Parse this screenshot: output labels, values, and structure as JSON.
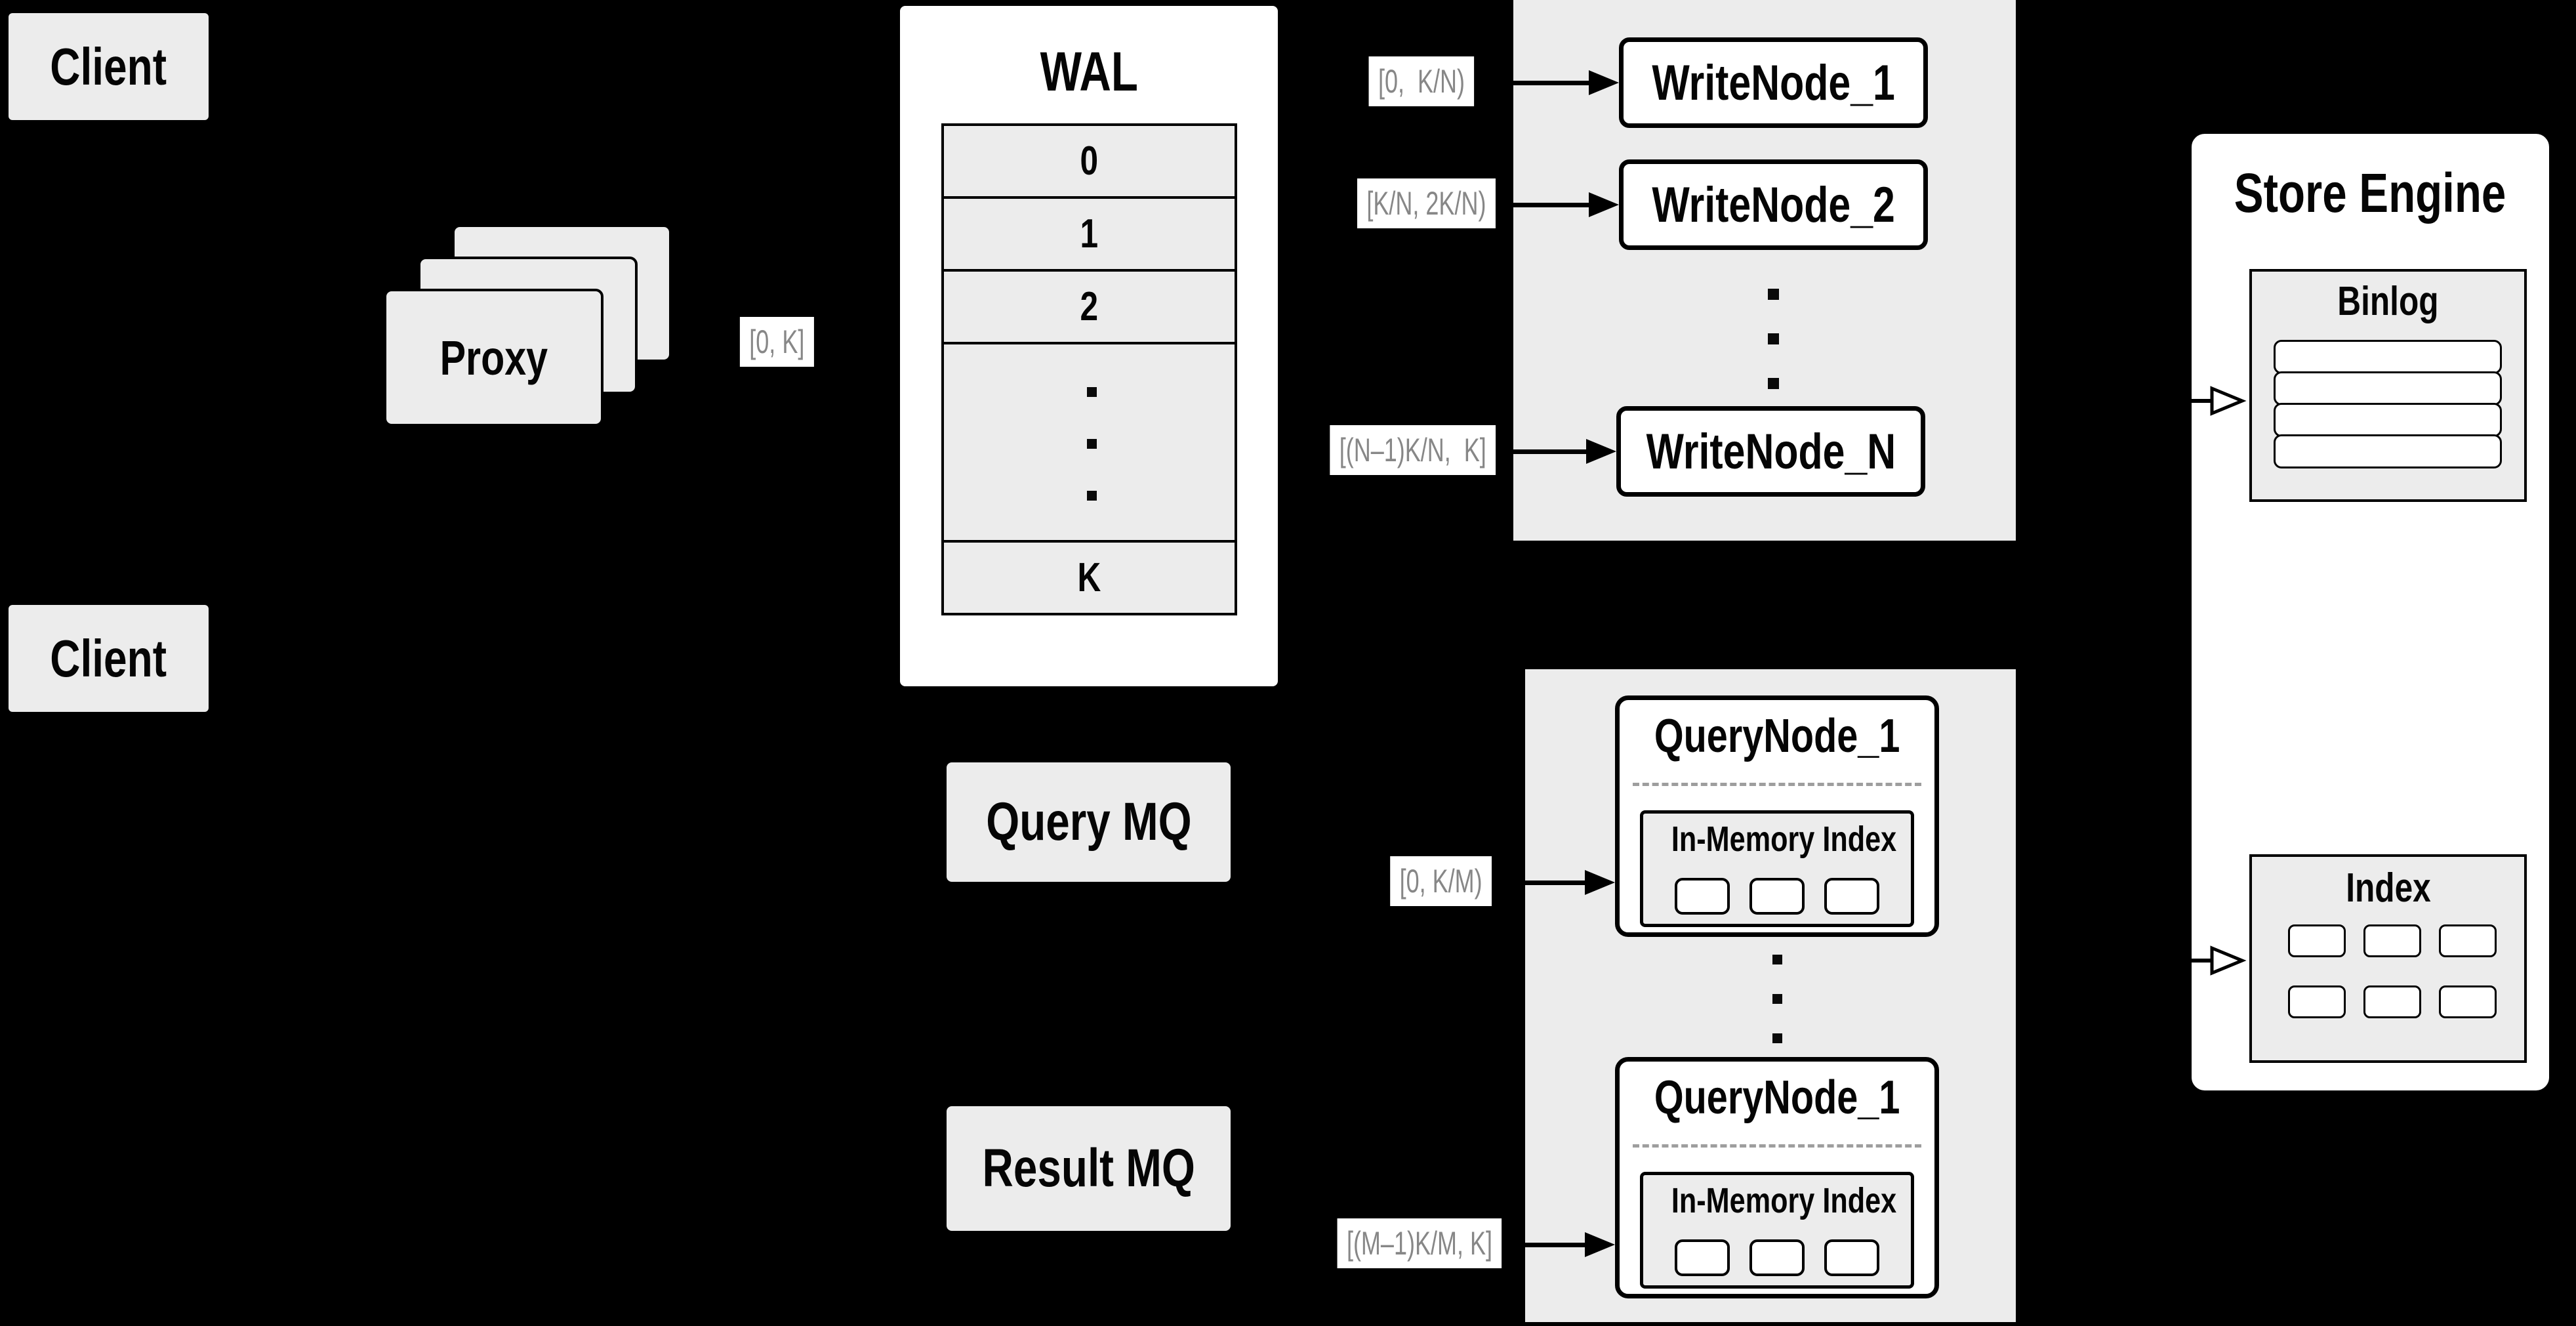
{
  "colors": {
    "background": "#000000",
    "panel_fill": "#ececec",
    "node_fill": "#ffffff",
    "stroke": "#000000",
    "edge_label_text": "#878787",
    "dashed_divider": "#9e9e9e"
  },
  "clients": {
    "top": "Client",
    "bottom": "Client"
  },
  "proxy": {
    "label": "Proxy"
  },
  "wal": {
    "title": "WAL",
    "rows": [
      "0",
      "1",
      "2",
      "K"
    ]
  },
  "write_group": {
    "node1": "WriteNode_1",
    "node2": "WriteNode_2",
    "node_n": "WriteNode_N"
  },
  "query_group": {
    "node_top": {
      "title": "QueryNode_1",
      "inner_title": "In-Memory Index"
    },
    "node_bottom": {
      "title": "QueryNode_1",
      "inner_title": "In-Memory Index"
    }
  },
  "mq": {
    "query": "Query MQ",
    "result": "Result MQ"
  },
  "store": {
    "title": "Store Engine",
    "binlog_title": "Binlog",
    "index_title": "Index"
  },
  "edge_labels": {
    "proxy_wal": "[0, K]",
    "write_1": "[0,  K/N)",
    "write_2": "[K/N, 2K/N)",
    "write_n": "[(N–1)K/N,  K]",
    "query_top": "[0, K/M)",
    "query_bottom": "[(M–1)K/M, K]"
  }
}
